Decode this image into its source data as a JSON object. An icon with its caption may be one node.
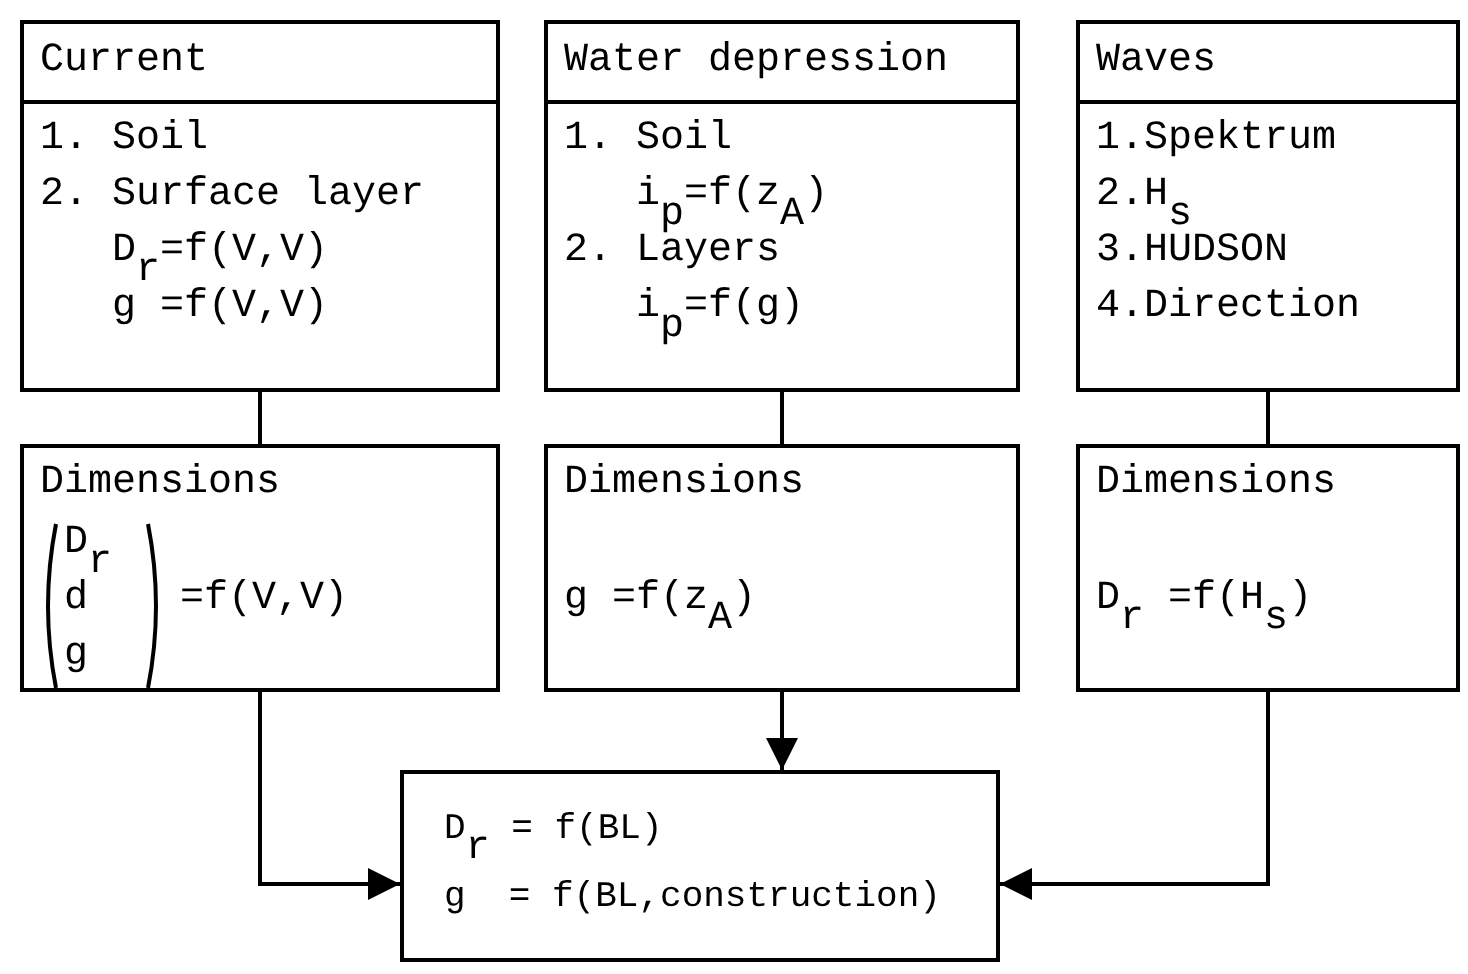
{
  "diagram": {
    "nodes": [
      {
        "text": [
          "Current",
          "1. Soil",
          "2. Surface layer",
          "D$_{r}$=f(V,V)",
          "g =f(V,V)"
        ]
      },
      {
        "text": [
          "Water depression",
          "1. Soil",
          "i$_{p}$=f(z$_{A}$)",
          "2. Layers",
          "i$_{p}$=f(g)"
        ]
      },
      {
        "text": [
          "Waves",
          "1.Spektrum",
          "2.H$_{s}$",
          "3.HUDSON",
          "4.Direction"
        ]
      },
      {
        "text": [
          "Dimensions",
          "D$_{r}$",
          "d",
          "g",
          "=f(V,V)"
        ]
      },
      {
        "text": [
          "Dimensions",
          "g =f(z$_{A}$)"
        ]
      },
      {
        "text": [
          "Dimensions",
          "D$_{r}$ =f(H$_{s}$)"
        ]
      },
      {
        "text": [
          "D$_{r}$ = f(BL)",
          "g  = f(BL,construction)"
        ]
      }
    ],
    "edges": [
      {
        "from": 0,
        "to": 3,
        "arrow": "none"
      },
      {
        "from": 1,
        "to": 4,
        "arrow": "none"
      },
      {
        "from": 2,
        "to": 5,
        "arrow": "none"
      },
      {
        "from": 3,
        "to": 6,
        "arrow": "to"
      },
      {
        "from": 4,
        "to": 6,
        "arrow": "to"
      },
      {
        "from": 5,
        "to": 6,
        "arrow": "to"
      }
    ]
  }
}
